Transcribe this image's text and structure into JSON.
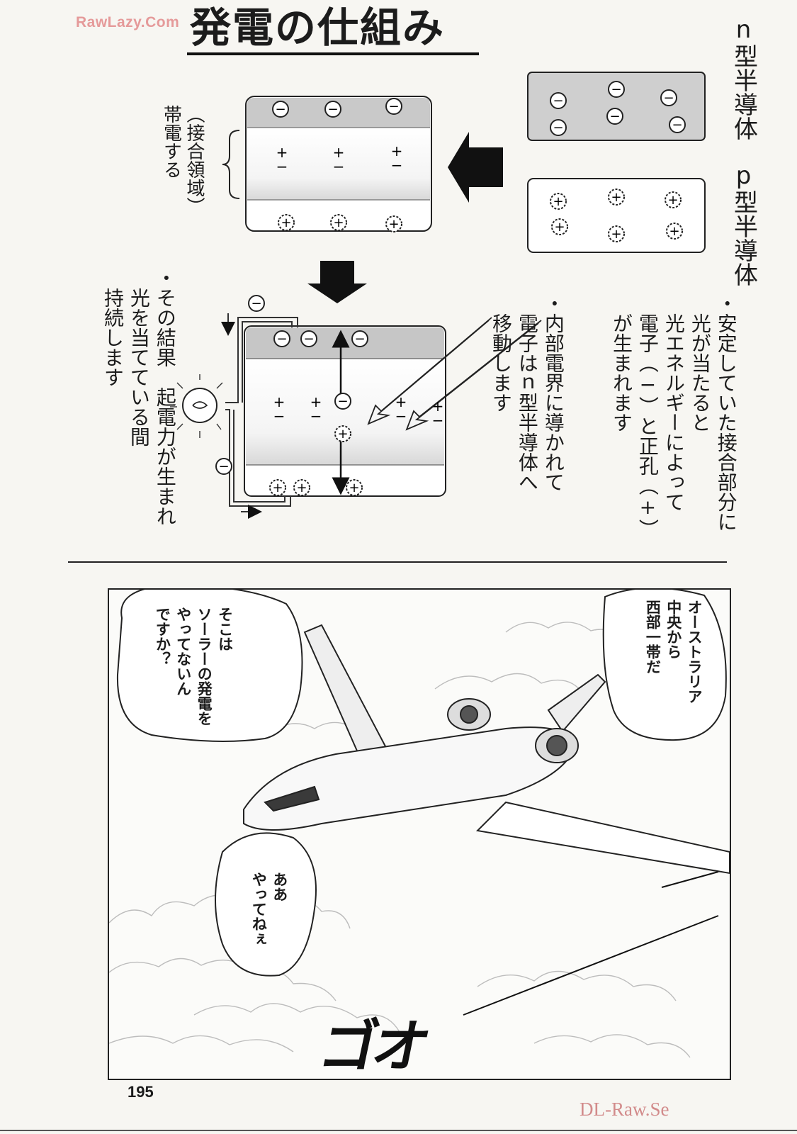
{
  "watermark_top": "RawLazy.Com",
  "title": "発電の仕組み",
  "diagram": {
    "n_label": "n型半導体",
    "p_label": "p型半導体",
    "junction_label": "（接合領域）\n帯電する",
    "electron_symbol": "−",
    "hole_symbol": "+",
    "electron_mark": "⊖",
    "hole_mark": "⊕"
  },
  "notes": {
    "note1": "・安定していた接合部分に\n　光が当たると\n　光エネルギーによって\n　電子（−）と正孔（+）\n　が生まれます",
    "note2": "・内部電界に導かれて\n　電子はｎ型半導体へ\n　移動します",
    "note3": "・その結果　起電力が生まれ\n　光を当てている間\n　持続します"
  },
  "panel": {
    "bubble_left": "そこは\nソーラーの発電を\nやってないん\nですか？",
    "bubble_right": "オーストラリア\n中央から\n西部一帯だ",
    "bubble_bottom": "ああ\nやってねぇ",
    "sfx": "ゴオ"
  },
  "page_number": "195",
  "watermark_bottom": "DL-Raw.Se"
}
